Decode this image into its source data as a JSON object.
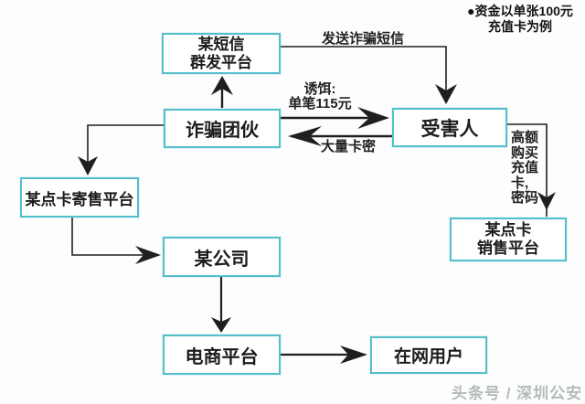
{
  "note": "●资金以单张100元\n充值卡为例",
  "nodes": {
    "sms_platform": {
      "label": "某短信\n群发平台"
    },
    "fraud_gang": {
      "label": "诈骗团伙"
    },
    "victim": {
      "label": "受害人"
    },
    "consignment_platform": {
      "label": "某点卡寄售平台"
    },
    "company": {
      "label": "某公司"
    },
    "ecommerce_platform": {
      "label": "电商平台"
    },
    "online_users": {
      "label": "在网用户"
    },
    "sales_platform": {
      "label": "某点卡\n销售平台"
    }
  },
  "edges": [
    {
      "from": "fraud_gang",
      "to": "sms_platform",
      "label": ""
    },
    {
      "from": "sms_platform",
      "to": "victim",
      "label": "发送诈骗短信"
    },
    {
      "from": "fraud_gang",
      "to": "victim",
      "label": "诱饵:\n单笔115元"
    },
    {
      "from": "victim",
      "to": "fraud_gang",
      "label": "大量卡密"
    },
    {
      "from": "victim",
      "to": "sales_platform",
      "label": "高额\n购买\n充值\n卡,\n密码"
    },
    {
      "from": "fraud_gang",
      "to": "consignment_platform",
      "label": ""
    },
    {
      "from": "consignment_platform",
      "to": "company",
      "label": ""
    },
    {
      "from": "company",
      "to": "ecommerce_platform",
      "label": ""
    },
    {
      "from": "ecommerce_platform",
      "to": "online_users",
      "label": ""
    }
  ],
  "edge_labels": {
    "send_sms": "发送诈骗短信",
    "bait": "诱饵:\n单笔115元",
    "card_secrets": "大量卡密",
    "purchase": "高额\n购买\n充值\n卡,\n密码"
  },
  "watermark": "头条号 / 深圳公安",
  "colors": {
    "box_border": "#53bfcc",
    "arrow": "#1f1f1f",
    "text": "#1c1c1c",
    "watermark": "#b3baba",
    "background": "#fdfdfd"
  }
}
